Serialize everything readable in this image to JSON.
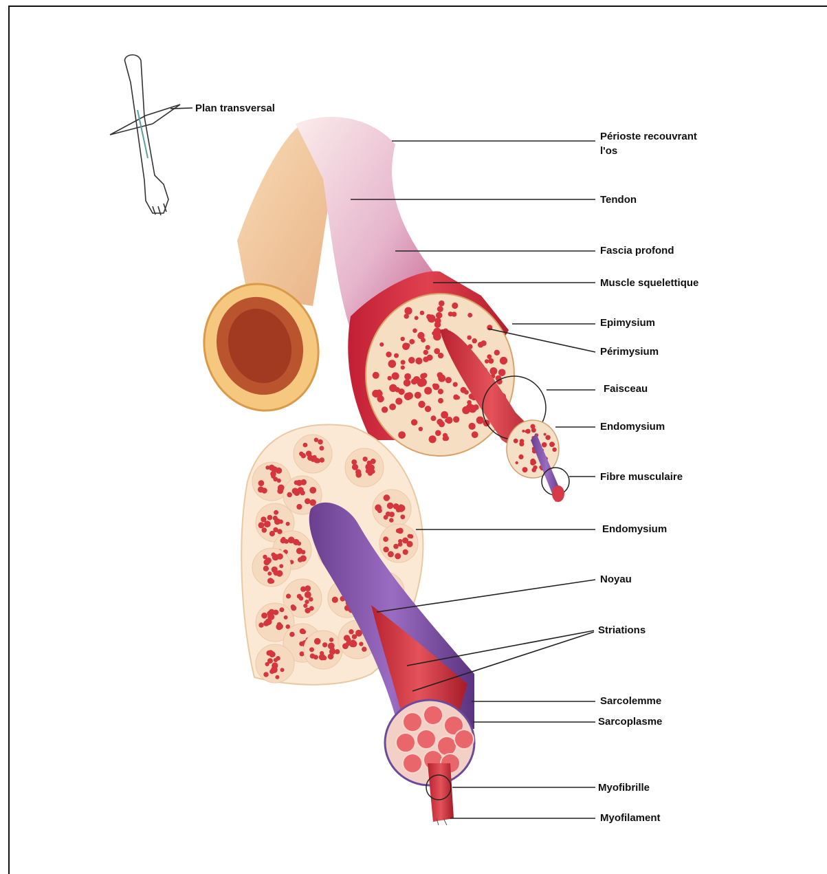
{
  "diagram": {
    "labels": {
      "plan_transversal": "Plan transversal",
      "perioste_line1": "Périoste recouvrant",
      "perioste_line2": "l'os",
      "tendon": "Tendon",
      "fascia_profond": "Fascia profond",
      "muscle_squelettique": "Muscle squelettique",
      "epimysium": "Epimysium",
      "perimysium": "Périmysium",
      "faisceau": "Faisceau",
      "endomysium_1": "Endomysium",
      "fibre_musculaire": "Fibre musculaire",
      "endomysium_2": "Endomysium",
      "noyau": "Noyau",
      "striations": "Striations",
      "sarcolemme": "Sarcolemme",
      "sarcoplasme": "Sarcoplasme",
      "myofibrille": "Myofibrille",
      "myofilament": "Myofilament"
    },
    "colors": {
      "muscle_red": "#d9363e",
      "muscle_dark": "#a8202a",
      "bone_tan": "#f1c795",
      "tendon_pink": "#e7b6c9",
      "membrane_purple": "#6b4a9e",
      "leader_line": "#222222"
    }
  }
}
